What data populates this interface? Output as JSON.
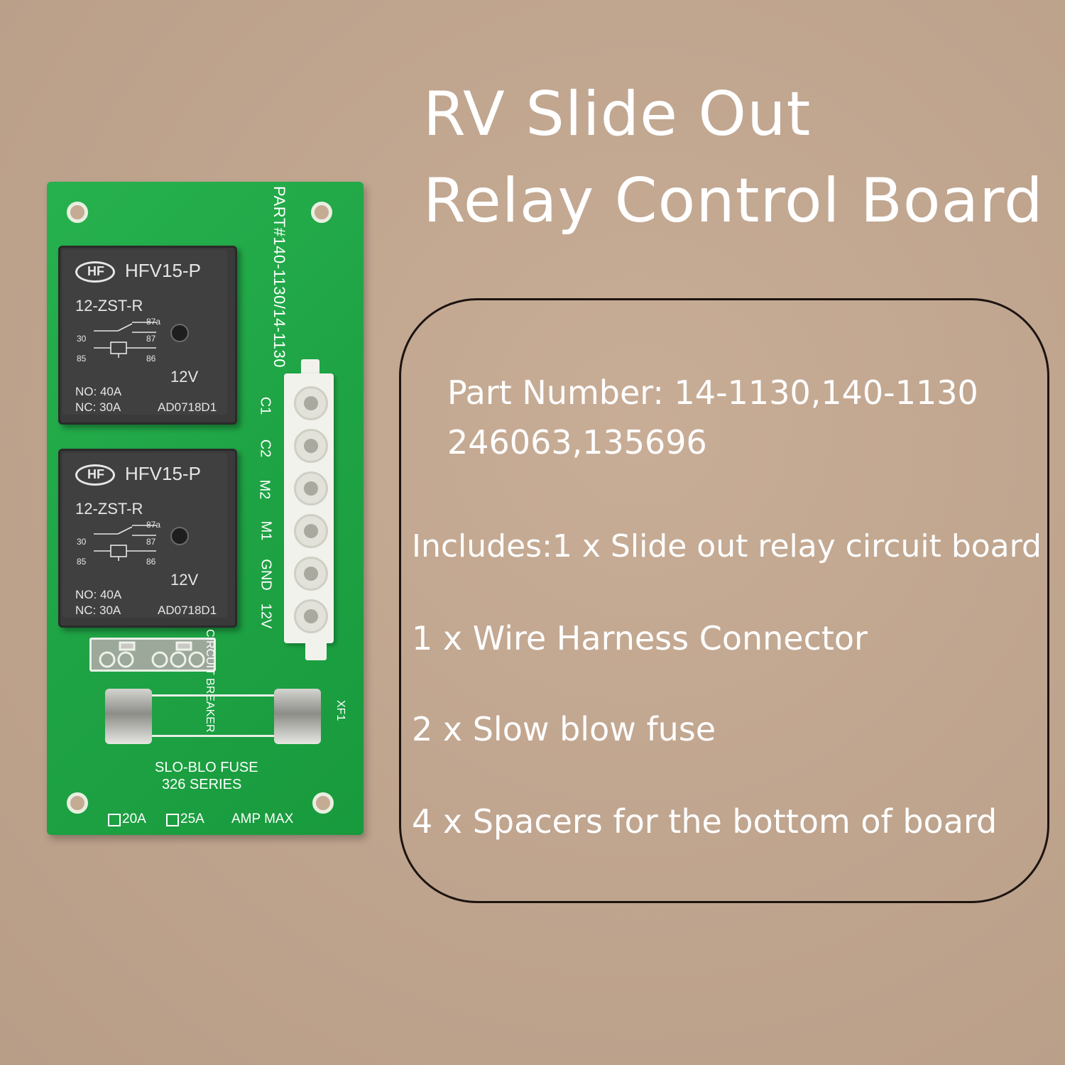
{
  "title": {
    "line1": "RV Slide Out",
    "line2": "Relay Control Board"
  },
  "info": {
    "part_number_line1": "Part Number: 14-1130,140-1130",
    "part_number_line2": "246063,135696",
    "includes": [
      "Includes:1 x Slide out relay circuit board",
      "1 x Wire Harness Connector",
      "2 x Slow blow fuse",
      "4 x Spacers for the bottom of board"
    ]
  },
  "board": {
    "part_label": "PART#140-1130/14-1130",
    "relays": [
      {
        "brand": "HF",
        "model": "HFV15-P",
        "sub": "12-ZST-R",
        "voltage": "12V",
        "no": "NO: 40A",
        "nc": "NC: 30A",
        "code": "AD0718D1",
        "pins": [
          "30",
          "85",
          "87a",
          "87",
          "86"
        ]
      },
      {
        "brand": "HF",
        "model": "HFV15-P",
        "sub": "12-ZST-R",
        "voltage": "12V",
        "no": "NO: 40A",
        "nc": "NC: 30A",
        "code": "AD0718D1",
        "pins": [
          "30",
          "85",
          "87a",
          "87",
          "86"
        ]
      }
    ],
    "connector_pins": [
      "C1",
      "C2",
      "M2",
      "M1",
      "GND",
      "12V"
    ],
    "breaker_label": "CIRCUIT BREAKER",
    "fuse_ref": "XF1",
    "fuse_label_1": "SLO-BLO FUSE",
    "fuse_label_2": "326 SERIES",
    "amp_20": "20A",
    "amp_25": "25A",
    "amp_max": "AMP MAX"
  },
  "colors": {
    "background": "#c0a58f",
    "board": "#1fa445",
    "text": "#ffffff",
    "box_border": "#1c1410"
  }
}
